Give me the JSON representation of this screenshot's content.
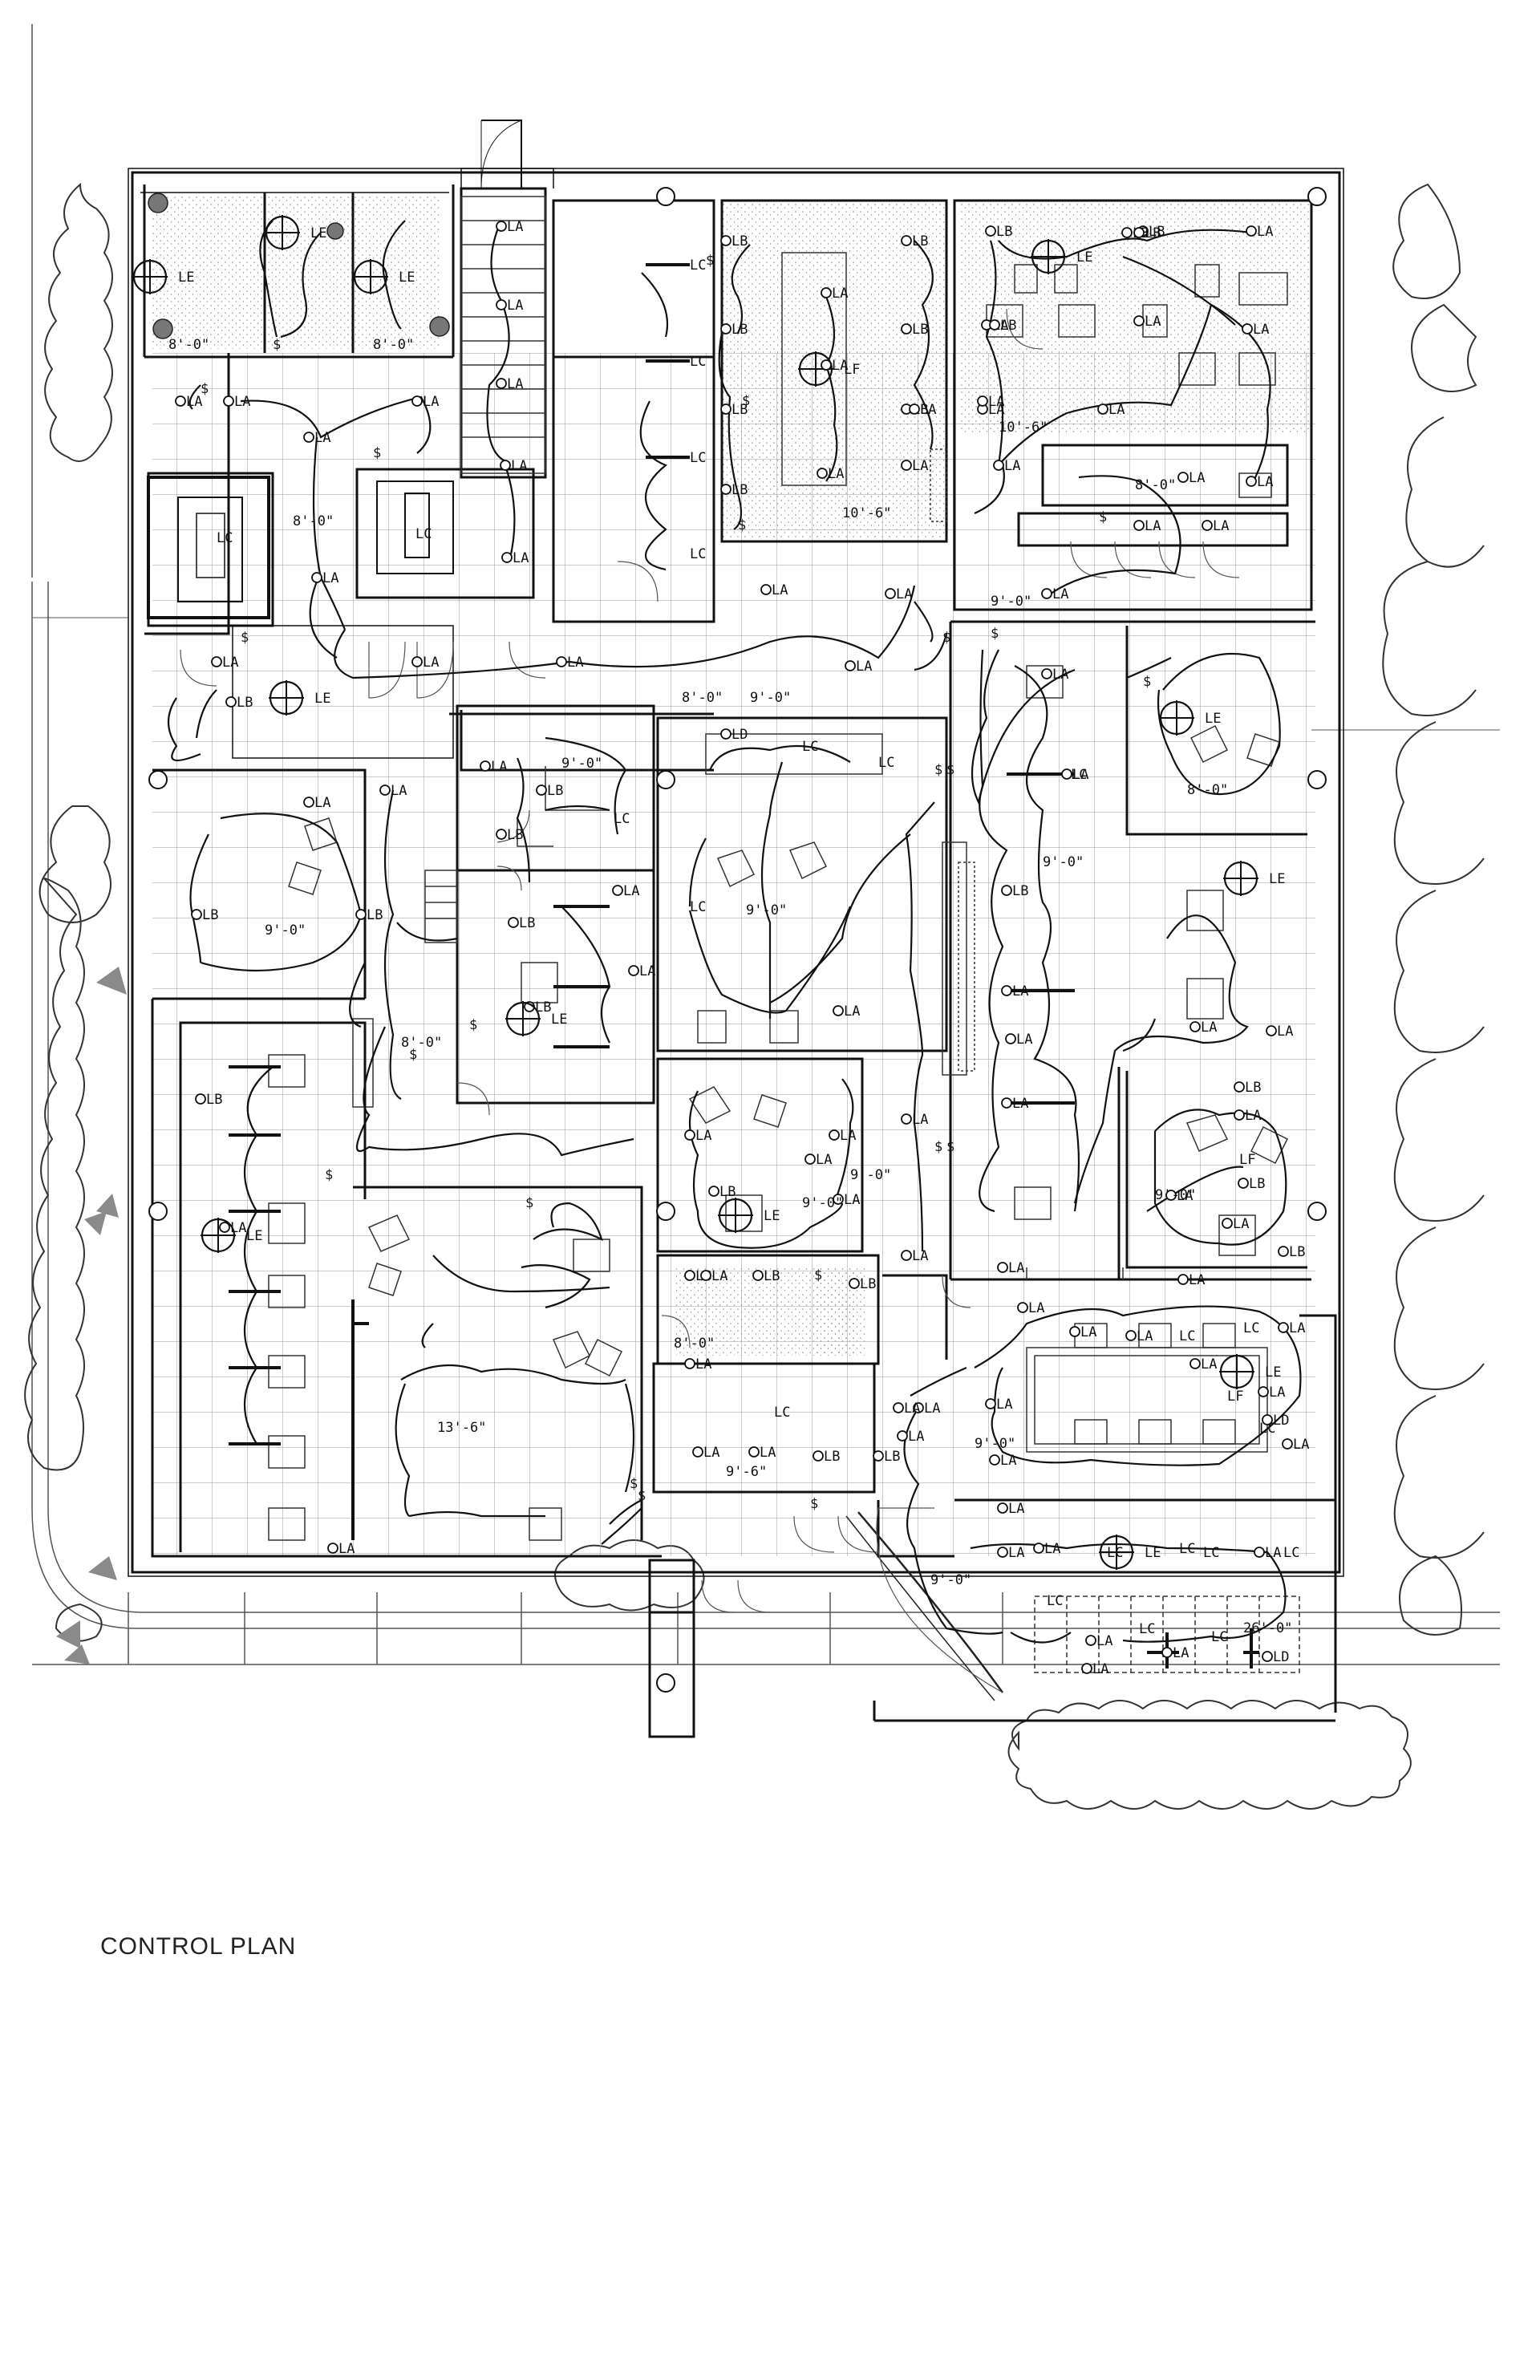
{
  "title": "CONTROL PLAN",
  "legend_codes": [
    "LA",
    "LB",
    "LC",
    "LD",
    "LE",
    "LF"
  ],
  "switch_symbol": "$",
  "fixtures": [
    {
      "code": "LA",
      "kind": "circle"
    },
    {
      "code": "LA",
      "kind": "circle"
    },
    {
      "code": "LA",
      "kind": "circle"
    },
    {
      "code": "LA",
      "kind": "circle"
    },
    {
      "code": "LA",
      "kind": "circle"
    },
    {
      "code": "LA",
      "kind": "circle"
    },
    {
      "code": "LA",
      "kind": "circle"
    },
    {
      "code": "LA",
      "kind": "circle"
    },
    {
      "code": "LE",
      "kind": "cross"
    },
    {
      "code": "LE",
      "kind": "cross"
    },
    {
      "code": "LE",
      "kind": "cross"
    },
    {
      "code": "LC",
      "kind": "plain"
    },
    {
      "code": "LC",
      "kind": "plain"
    },
    {
      "code": "LA",
      "kind": "circle"
    },
    {
      "code": "LA",
      "kind": "circle"
    },
    {
      "code": "LA",
      "kind": "circle"
    },
    {
      "code": "LA",
      "kind": "circle"
    },
    {
      "code": "LA",
      "kind": "circle"
    },
    {
      "code": "LA",
      "kind": "circle"
    },
    {
      "code": "LC",
      "kind": "plain"
    },
    {
      "code": "LC",
      "kind": "plain"
    },
    {
      "code": "LC",
      "kind": "plain"
    },
    {
      "code": "LC",
      "kind": "plain"
    },
    {
      "code": "LC",
      "kind": "plain"
    },
    {
      "code": "LB",
      "kind": "circle"
    },
    {
      "code": "LB",
      "kind": "circle"
    },
    {
      "code": "LB",
      "kind": "circle"
    },
    {
      "code": "LB",
      "kind": "circle"
    },
    {
      "code": "LB",
      "kind": "circle"
    },
    {
      "code": "LB",
      "kind": "circle"
    },
    {
      "code": "LB",
      "kind": "circle"
    },
    {
      "code": "LB",
      "kind": "circle"
    },
    {
      "code": "LB",
      "kind": "circle"
    },
    {
      "code": "LA",
      "kind": "circle"
    },
    {
      "code": "LA",
      "kind": "circle"
    },
    {
      "code": "LA",
      "kind": "circle"
    },
    {
      "code": "LA",
      "kind": "circle"
    },
    {
      "code": "LA",
      "kind": "circle"
    },
    {
      "code": "LA",
      "kind": "circle"
    },
    {
      "code": "LF",
      "kind": "plain"
    },
    {
      "code": "LB",
      "kind": "circle"
    },
    {
      "code": "LB",
      "kind": "circle"
    },
    {
      "code": "LB",
      "kind": "circle"
    },
    {
      "code": "LF",
      "kind": "cross"
    },
    {
      "code": "LE",
      "kind": "cross"
    },
    {
      "code": "LA",
      "kind": "circle"
    },
    {
      "code": "LA",
      "kind": "circle"
    },
    {
      "code": "LA",
      "kind": "circle"
    },
    {
      "code": "LA",
      "kind": "circle"
    },
    {
      "code": "LA",
      "kind": "circle"
    },
    {
      "code": "LA",
      "kind": "circle"
    },
    {
      "code": "LA",
      "kind": "circle"
    },
    {
      "code": "LA",
      "kind": "circle"
    },
    {
      "code": "LA",
      "kind": "circle"
    },
    {
      "code": "LA",
      "kind": "circle"
    },
    {
      "code": "LA",
      "kind": "circle"
    },
    {
      "code": "LA",
      "kind": "circle"
    },
    {
      "code": "LA",
      "kind": "circle"
    },
    {
      "code": "LA",
      "kind": "circle"
    },
    {
      "code": "LA",
      "kind": "circle"
    },
    {
      "code": "LA",
      "kind": "circle"
    },
    {
      "code": "LA",
      "kind": "circle"
    },
    {
      "code": "LB",
      "kind": "circle"
    },
    {
      "code": "LE",
      "kind": "cross"
    },
    {
      "code": "LD",
      "kind": "circle"
    },
    {
      "code": "LC",
      "kind": "plain"
    },
    {
      "code": "LA",
      "kind": "circle"
    },
    {
      "code": "LA",
      "kind": "circle"
    },
    {
      "code": "LB",
      "kind": "circle"
    },
    {
      "code": "LB",
      "kind": "circle"
    },
    {
      "code": "LB",
      "kind": "circle"
    },
    {
      "code": "LB",
      "kind": "circle"
    },
    {
      "code": "LB",
      "kind": "circle"
    },
    {
      "code": "LB",
      "kind": "circle"
    },
    {
      "code": "LB",
      "kind": "circle"
    },
    {
      "code": "LE",
      "kind": "cross"
    },
    {
      "code": "LA",
      "kind": "circle"
    },
    {
      "code": "LA",
      "kind": "circle"
    },
    {
      "code": "LA",
      "kind": "circle"
    },
    {
      "code": "LA",
      "kind": "circle"
    },
    {
      "code": "LC",
      "kind": "plain"
    },
    {
      "code": "LA",
      "kind": "circle"
    },
    {
      "code": "LA",
      "kind": "circle"
    },
    {
      "code": "LA",
      "kind": "circle"
    },
    {
      "code": "LC",
      "kind": "plain"
    },
    {
      "code": "LC",
      "kind": "plain"
    },
    {
      "code": "LE",
      "kind": "cross"
    },
    {
      "code": "LE",
      "kind": "cross"
    },
    {
      "code": "LA",
      "kind": "circle"
    },
    {
      "code": "LA",
      "kind": "circle"
    },
    {
      "code": "LA",
      "kind": "circle"
    },
    {
      "code": "LA",
      "kind": "circle"
    },
    {
      "code": "LA",
      "kind": "circle"
    },
    {
      "code": "LA",
      "kind": "circle"
    },
    {
      "code": "LA",
      "kind": "circle"
    },
    {
      "code": "LA",
      "kind": "circle"
    },
    {
      "code": "LE",
      "kind": "cross"
    },
    {
      "code": "LA",
      "kind": "circle"
    },
    {
      "code": "LA",
      "kind": "circle"
    },
    {
      "code": "LA",
      "kind": "circle"
    },
    {
      "code": "LA",
      "kind": "circle"
    },
    {
      "code": "LA",
      "kind": "circle"
    },
    {
      "code": "LA",
      "kind": "circle"
    },
    {
      "code": "LA",
      "kind": "circle"
    },
    {
      "code": "LA",
      "kind": "circle"
    },
    {
      "code": "LA",
      "kind": "circle"
    },
    {
      "code": "LD",
      "kind": "circle"
    },
    {
      "code": "LD",
      "kind": "circle"
    },
    {
      "code": "LE",
      "kind": "cross"
    },
    {
      "code": "LC",
      "kind": "plain"
    },
    {
      "code": "LC",
      "kind": "plain"
    },
    {
      "code": "LC",
      "kind": "plain"
    },
    {
      "code": "LC",
      "kind": "plain"
    },
    {
      "code": "LC",
      "kind": "plain"
    },
    {
      "code": "LC",
      "kind": "plain"
    },
    {
      "code": "LC",
      "kind": "plain"
    },
    {
      "code": "LC",
      "kind": "plain"
    },
    {
      "code": "LC",
      "kind": "plain"
    },
    {
      "code": "LC",
      "kind": "plain"
    },
    {
      "code": "LA",
      "kind": "circle"
    },
    {
      "code": "LA",
      "kind": "circle"
    },
    {
      "code": "LA",
      "kind": "circle"
    },
    {
      "code": "LB",
      "kind": "circle"
    },
    {
      "code": "LE",
      "kind": "cross"
    },
    {
      "code": "LA",
      "kind": "circle"
    },
    {
      "code": "LA",
      "kind": "circle"
    },
    {
      "code": "LA",
      "kind": "circle"
    },
    {
      "code": "LA",
      "kind": "circle"
    },
    {
      "code": "LA",
      "kind": "circle"
    },
    {
      "code": "LB",
      "kind": "circle"
    },
    {
      "code": "LB",
      "kind": "circle"
    },
    {
      "code": "LB",
      "kind": "circle"
    },
    {
      "code": "LA",
      "kind": "circle"
    },
    {
      "code": "LE",
      "kind": "cross"
    },
    {
      "code": "LB",
      "kind": "circle"
    },
    {
      "code": "LB",
      "kind": "circle"
    },
    {
      "code": "LB",
      "kind": "circle"
    },
    {
      "code": "LB",
      "kind": "circle"
    },
    {
      "code": "LB",
      "kind": "circle"
    },
    {
      "code": "LB",
      "kind": "circle"
    },
    {
      "code": "LA",
      "kind": "circle"
    },
    {
      "code": "LA",
      "kind": "circle"
    },
    {
      "code": "LF",
      "kind": "plain"
    },
    {
      "code": "LA",
      "kind": "circle"
    },
    {
      "code": "LA",
      "kind": "circle"
    },
    {
      "code": "LA",
      "kind": "circle"
    },
    {
      "code": "LA",
      "kind": "circle"
    },
    {
      "code": "LA",
      "kind": "circle"
    },
    {
      "code": "LA",
      "kind": "circle"
    },
    {
      "code": "LA",
      "kind": "circle"
    },
    {
      "code": "LA",
      "kind": "circle"
    },
    {
      "code": "LA",
      "kind": "circle"
    },
    {
      "code": "LC",
      "kind": "plain"
    },
    {
      "code": "LF",
      "kind": "plain"
    }
  ],
  "ceiling_heights": [
    "8'-0\"",
    "8'-0\"",
    "8'-0\"",
    "8'-0\"",
    "8'-0\"",
    "9'-0\"",
    "10'-6\"",
    "10'-6\"",
    "9'-0\"",
    "8'-0\"",
    "9'-0\"",
    "9'-0\"",
    "9'-0\"",
    "9'-0\"",
    "9'-0\"",
    "9'-0\"",
    "8'-0\"",
    "9'-0\"",
    "8'-0\"",
    "13'-6\"",
    "9'-6\"",
    "9'-0\"",
    "9'-0\"",
    "26'-0\""
  ]
}
